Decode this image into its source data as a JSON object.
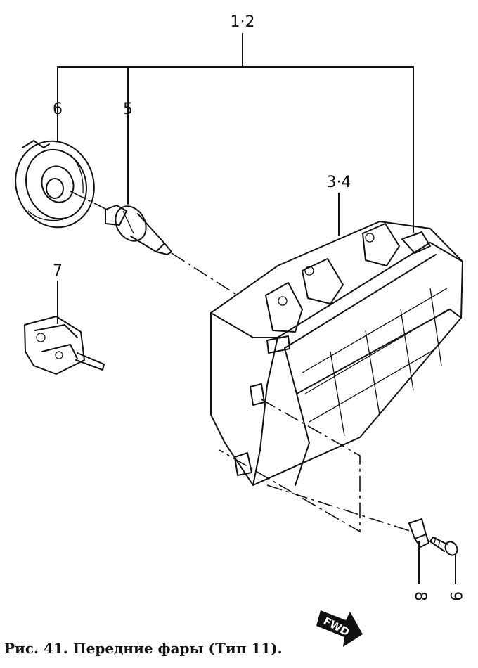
{
  "callouts": {
    "assembly": "1·2",
    "bulb_socket": "6",
    "bulb": "5",
    "housing": "3·4",
    "adjuster": "7",
    "nut": "8",
    "screw": "9"
  },
  "fwd_label": "FWD",
  "caption": "Рис. 41. Передние фары (Тип 11)."
}
